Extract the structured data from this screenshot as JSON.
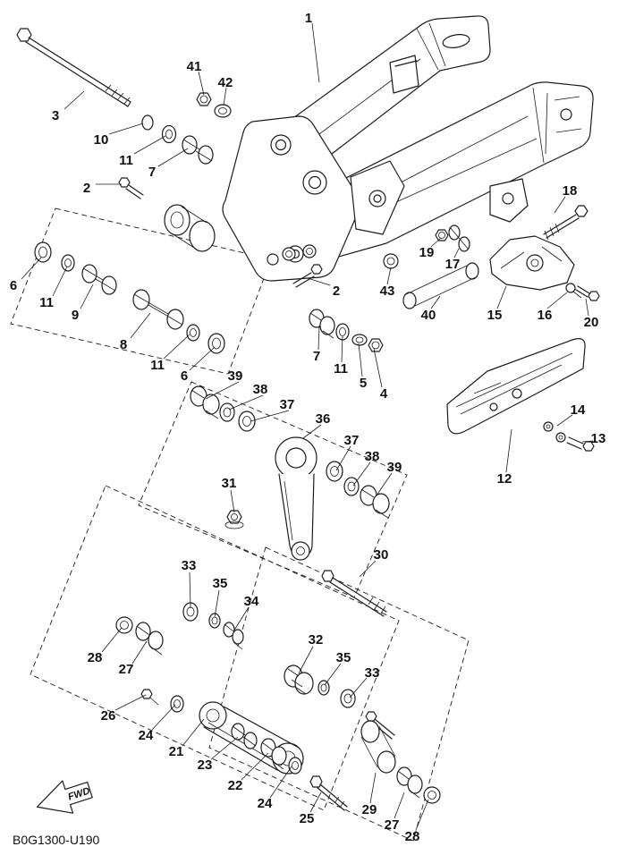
{
  "diagram": {
    "code": "B0G1300-U190",
    "fwd_label": "FWD",
    "line_color": "#1c1c1c",
    "background": "#ffffff"
  },
  "callouts": [
    {
      "part": "1"
    },
    {
      "part": "41"
    },
    {
      "part": "42"
    },
    {
      "part": "3"
    },
    {
      "part": "10"
    },
    {
      "part": "11"
    },
    {
      "part": "7"
    },
    {
      "part": "2"
    },
    {
      "part": "18"
    },
    {
      "part": "19"
    },
    {
      "part": "17"
    },
    {
      "part": "6"
    },
    {
      "part": "11"
    },
    {
      "part": "9"
    },
    {
      "part": "2"
    },
    {
      "part": "43"
    },
    {
      "part": "40"
    },
    {
      "part": "15"
    },
    {
      "part": "16"
    },
    {
      "part": "20"
    },
    {
      "part": "8"
    },
    {
      "part": "11"
    },
    {
      "part": "6"
    },
    {
      "part": "7"
    },
    {
      "part": "11"
    },
    {
      "part": "5"
    },
    {
      "part": "4"
    },
    {
      "part": "39"
    },
    {
      "part": "38"
    },
    {
      "part": "37"
    },
    {
      "part": "36"
    },
    {
      "part": "37"
    },
    {
      "part": "38"
    },
    {
      "part": "39"
    },
    {
      "part": "14"
    },
    {
      "part": "13"
    },
    {
      "part": "12"
    },
    {
      "part": "31"
    },
    {
      "part": "30"
    },
    {
      "part": "33"
    },
    {
      "part": "35"
    },
    {
      "part": "34"
    },
    {
      "part": "28"
    },
    {
      "part": "27"
    },
    {
      "part": "32"
    },
    {
      "part": "35"
    },
    {
      "part": "33"
    },
    {
      "part": "26"
    },
    {
      "part": "24"
    },
    {
      "part": "21"
    },
    {
      "part": "23"
    },
    {
      "part": "22"
    },
    {
      "part": "24"
    },
    {
      "part": "25"
    },
    {
      "part": "29"
    },
    {
      "part": "27"
    },
    {
      "part": "28"
    }
  ]
}
